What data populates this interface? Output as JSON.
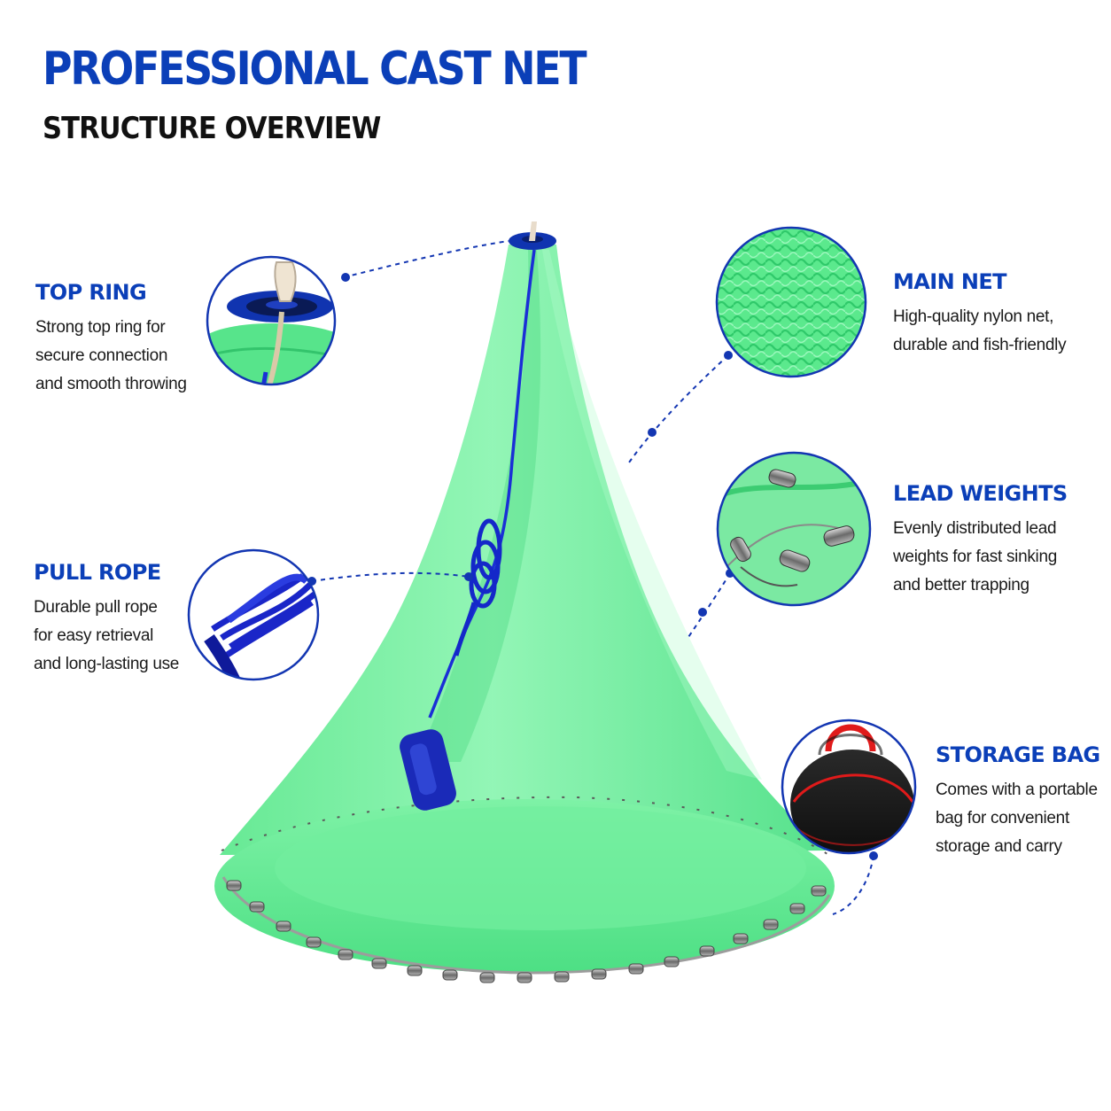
{
  "header": {
    "title": "PROFESSIONAL CAST NET",
    "subtitle": "STRUCTURE OVERVIEW"
  },
  "colors": {
    "brand_blue": "#0b3fb8",
    "net_green": "#55e889",
    "net_green_dark": "#2fcf6c",
    "text_dark": "#111111",
    "bag_black": "#141414",
    "bag_handle_red": "#e01a1a"
  },
  "features": {
    "top_ring": {
      "title": "TOP RING",
      "lines": [
        "Strong top ring for",
        "secure connection",
        "and smooth throwing"
      ],
      "icon": "top-ring-closeup"
    },
    "pull_rope": {
      "title": "PULL ROPE",
      "lines": [
        "Durable pull rope",
        "for easy retrieval",
        "and long-lasting use"
      ],
      "icon": "pull-rope-closeup"
    },
    "main_net": {
      "title": "MAIN NET",
      "lines": [
        "High-quality nylon net,",
        "durable and fish-friendly"
      ],
      "icon": "nylon-mesh-closeup"
    },
    "lead_weights": {
      "title": "LEAD WEIGHTS",
      "lines": [
        "Evenly distributed lead",
        "weights for fast sinking",
        "and better trapping"
      ],
      "icon": "lead-weights-closeup"
    },
    "storage_bag": {
      "title": "STORAGE BAG",
      "lines": [
        "Comes with a portable",
        "bag for convenient",
        "storage and carry"
      ],
      "icon": "storage-bag-closeup"
    }
  }
}
